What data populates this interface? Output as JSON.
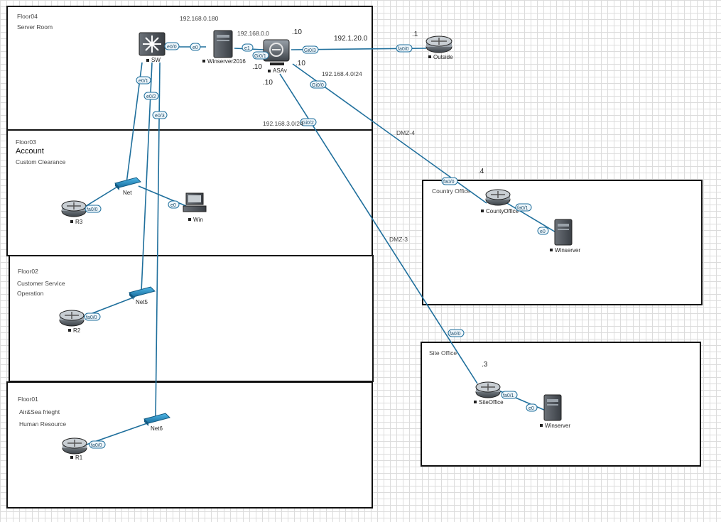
{
  "zones": {
    "floor04": {
      "name": "Floor04",
      "desc1": "Server Room"
    },
    "floor03": {
      "name": "Floor03",
      "desc0": "Account",
      "desc1": "Custom Clearance"
    },
    "floor02": {
      "name": "Floor02",
      "desc1": "Customer Service",
      "desc2": "Operation"
    },
    "floor01": {
      "name": "Floor01",
      "desc1": "Air&Sea frieght",
      "desc2": "Human Resource"
    },
    "country": {
      "name": "Country Office"
    },
    "site": {
      "name": "Site Office"
    }
  },
  "nodes": {
    "sw": "SW",
    "winserver2016": "Winserver2016",
    "asav": "ASAv",
    "outside": "Outside",
    "r3": "R3",
    "net": "Net",
    "win": "Win",
    "r2": "R2",
    "net5": "Net5",
    "r1": "R1",
    "net6": "Net6",
    "countyoffice": "CountyOffice",
    "winserver_country": "Winserver",
    "siteoffice": "SiteOffice",
    "winserver_site": "Winserver"
  },
  "ports": {
    "sw_e00": "e0/0",
    "ws2016_e0": "e0",
    "asav_e1": "e1",
    "asav_gi01": "Gi0/1",
    "asav_gi03": "Gi0/3",
    "outside_fa00": "fa0/0",
    "asav_gi00": "Gi0/0",
    "asav_gi02": "Gi0/2",
    "sw_e01": "e0/1",
    "sw_e02": "e0/2",
    "sw_e03": "e0/3",
    "r3_fa00": "fa0/0",
    "win_e0": "e0",
    "r2_fa00": "fa0/0",
    "r1_fa00": "fa0/0",
    "county_fa00": "fa0/0",
    "county_fa01": "fa0/1",
    "ws_country_e0": "e0",
    "site_fa00": "fa0/0",
    "site_fa01": "fa0/1",
    "ws_site_e0": "e0"
  },
  "labels": {
    "ip_ws2016": "192.168.0.180",
    "net_0": "192.168.0.0",
    "oct_10_top": ".10",
    "net_outside": "192.1.20.0",
    "oct_1": ".1",
    "oct_10_left": ".10",
    "oct_10_right": ".10",
    "net_4": "192.168.4.0/24",
    "oct_10_low": ".10",
    "net_3": "192.168.3.0/24",
    "dmz4": "DMZ-4",
    "oct_4": ".4",
    "dmz3": "DMZ-3",
    "oct_3": ".3"
  },
  "colors": {
    "link": "#1f6f9c",
    "device": "#4a4f55",
    "accent": "#1a8fc7"
  }
}
